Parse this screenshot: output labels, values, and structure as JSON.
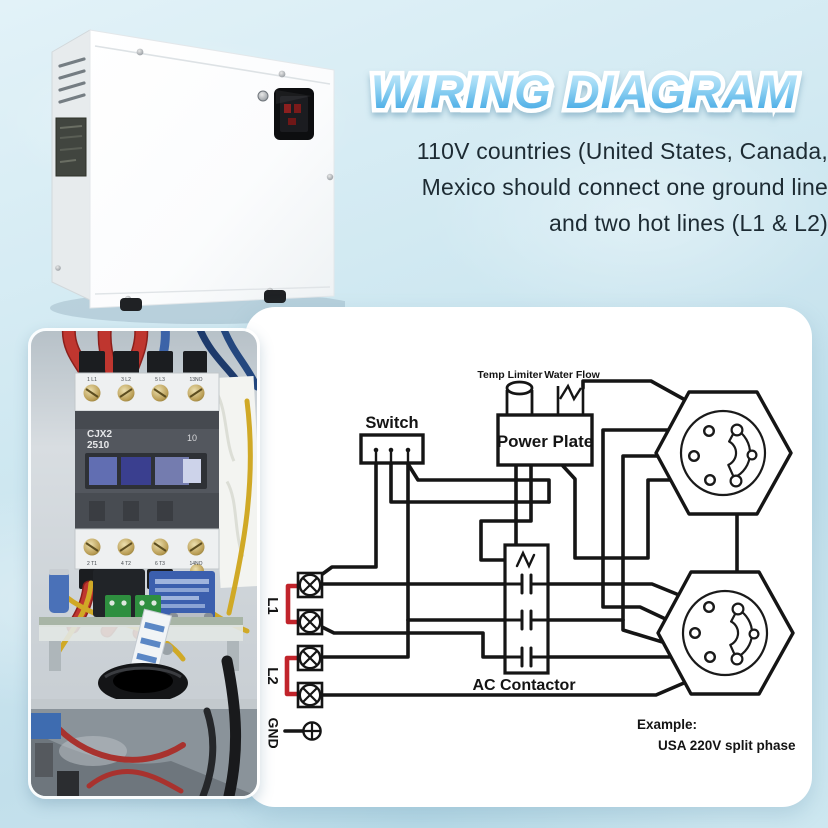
{
  "colors": {
    "background": "#cfe8f1",
    "panel": "#ffffff",
    "title_top": "#daf1fd",
    "title_bottom": "#2d9de0",
    "wire_black": "#151515",
    "jumper_red": "#c1242b"
  },
  "title": {
    "text": "WIRING DIAGRAM"
  },
  "subtitle": {
    "line1": "110V countries (United States, Canada,",
    "line2": "Mexico should connect one ground line",
    "line3": "and two hot lines (L1 & L2)"
  },
  "diagram": {
    "switch": "Switch",
    "temp_limiter": "Temp Limiter",
    "water_flow": "Water Flow",
    "power_plate": "Power Plate",
    "ac_contactor": "AC Contactor",
    "l1": "L1",
    "l2": "L2",
    "gnd": "GND",
    "example_label": "Example:",
    "example_value": "USA 220V split phase"
  },
  "internal_photo": {
    "contactor_line1": "CJX2",
    "contactor_line2": "2510",
    "contactor_right": "10",
    "top_terminals": [
      "1 L1",
      "3 L2",
      "5 L3",
      "13NO"
    ],
    "bottom_terminals": [
      "2 T1",
      "4 T2",
      "6 T3",
      "14NO"
    ]
  }
}
